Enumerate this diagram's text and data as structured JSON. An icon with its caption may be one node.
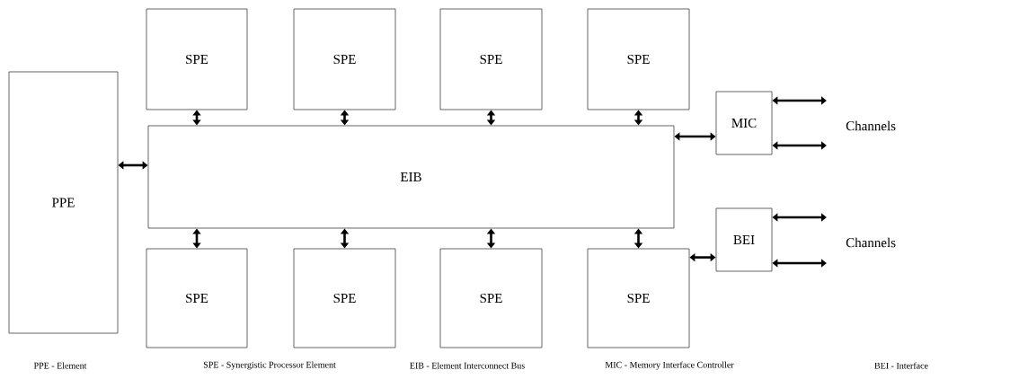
{
  "diagram": {
    "nodes": [
      {
        "text": [
          "PPE"
        ]
      },
      {
        "text": [
          "SPE"
        ]
      },
      {
        "text": [
          "SPE"
        ]
      },
      {
        "text": [
          "SPE"
        ]
      },
      {
        "text": [
          "SPE"
        ]
      },
      {
        "text": [
          "EIB"
        ]
      },
      {
        "text": [
          "MIC"
        ]
      },
      {
        "text": [
          "BEI"
        ]
      },
      {
        "text": [
          "SPE"
        ]
      },
      {
        "text": [
          "SPE"
        ]
      },
      {
        "text": [
          "SPE"
        ]
      },
      {
        "text": [
          "SPE"
        ]
      }
    ],
    "edges": [
      {
        "from": 1,
        "to": 5,
        "arrow": "both"
      },
      {
        "from": 2,
        "to": 5,
        "arrow": "both"
      },
      {
        "from": 3,
        "to": 5,
        "arrow": "both"
      },
      {
        "from": 4,
        "to": 5,
        "arrow": "both"
      },
      {
        "from": 0,
        "to": 5,
        "arrow": "both"
      },
      {
        "from": 5,
        "to": 6,
        "arrow": "both"
      },
      {
        "from": 6,
        "to": null,
        "arrow": "both"
      },
      {
        "from": 6,
        "to": null,
        "arrow": "both"
      },
      {
        "from": 5,
        "to": 8,
        "arrow": "both"
      },
      {
        "from": 5,
        "to": 9,
        "arrow": "both"
      },
      {
        "from": 5,
        "to": 10,
        "arrow": "both"
      },
      {
        "from": 5,
        "to": 11,
        "arrow": "both"
      },
      {
        "from": 11,
        "to": 7,
        "arrow": "both"
      },
      {
        "from": 7,
        "to": null,
        "arrow": "both"
      },
      {
        "from": 7,
        "to": null,
        "arrow": "both"
      }
    ],
    "labels": [
      "Channels",
      "Channels",
      "PPE - Element",
      "SPE - Synergistic Processor Element",
      "EIB - Element Interconnect Bus",
      "MIC - Memory Interface Controller",
      "BEI - Interface"
    ]
  }
}
